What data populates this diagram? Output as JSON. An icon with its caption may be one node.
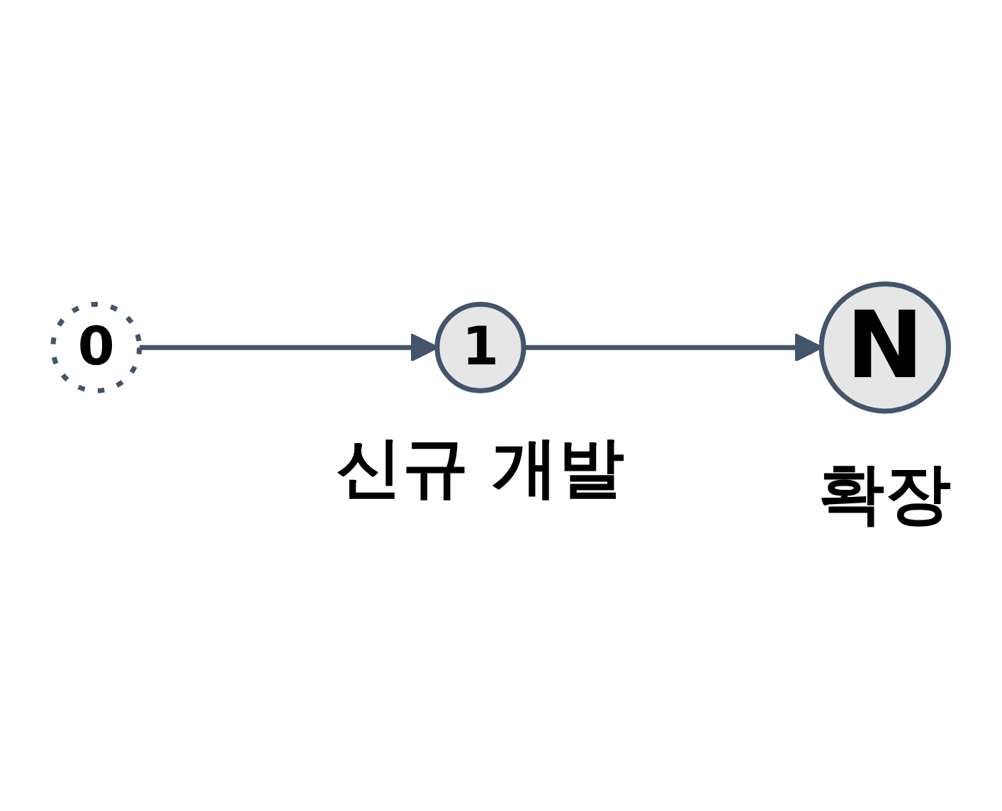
{
  "diagram": {
    "nodes": [
      {
        "text": [
          "0"
        ]
      },
      {
        "text": [
          "1"
        ],
        "beside": [
          "신규 개발"
        ]
      },
      {
        "text": [
          "N"
        ],
        "beside": [
          "확장"
        ]
      }
    ],
    "edges": [
      {
        "from": 0,
        "to": 1,
        "arrow": "to"
      },
      {
        "from": 1,
        "to": 2,
        "arrow": "to"
      }
    ]
  }
}
